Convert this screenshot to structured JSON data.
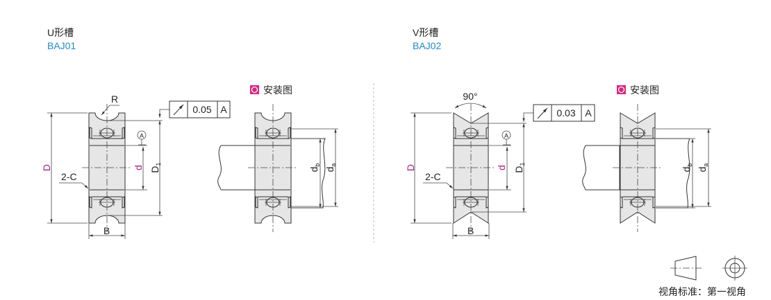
{
  "colors": {
    "code": "#1a8ccc",
    "dimension_highlight": "#a3237f",
    "icon_bg": "#e0237f",
    "part_fill": "#e6e6e6"
  },
  "u_groove": {
    "type_label": "U形槽",
    "code": "BAJ01",
    "labels": {
      "R": "R",
      "D": "D",
      "d": "d",
      "D1": "D",
      "D1_sub": "1",
      "B": "B",
      "chamfer": "2-C",
      "datum": "A"
    },
    "tolerance": {
      "symbol": "circular-runout-icon",
      "value": "0.05",
      "datum": "A"
    },
    "mount": {
      "title": "安装图",
      "db": "d",
      "db_sub": "b",
      "da": "d",
      "da_sub": "a"
    }
  },
  "v_groove": {
    "type_label": "V形槽",
    "code": "BAJ02",
    "labels": {
      "angle": "90°",
      "D": "D",
      "d": "d",
      "D1": "D",
      "D1_sub": "1",
      "B": "B",
      "chamfer": "2-C",
      "datum": "A"
    },
    "tolerance": {
      "symbol": "circular-runout-icon",
      "value": "0.03",
      "datum": "A"
    },
    "mount": {
      "title": "安装图",
      "db": "d",
      "db_sub": "b",
      "da": "d",
      "da_sub": "a"
    }
  },
  "projection": {
    "label": "视角标准：第一视角"
  }
}
